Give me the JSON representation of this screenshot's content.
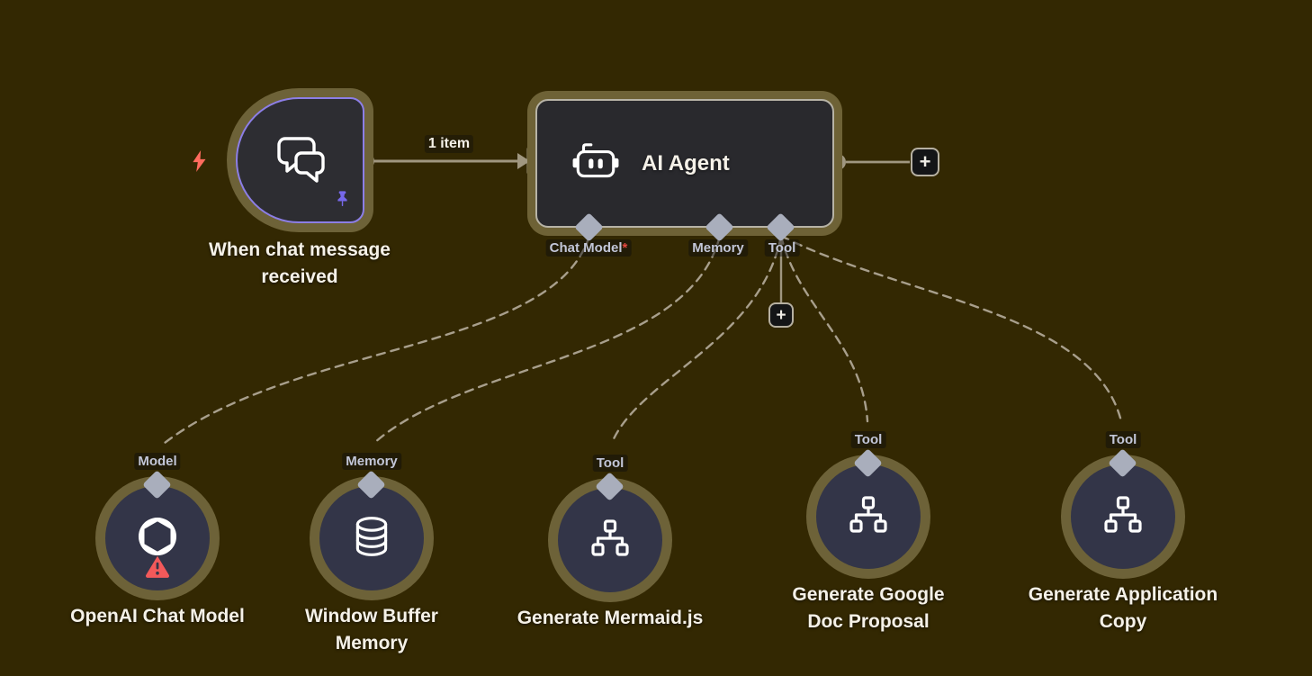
{
  "app": "workflow-canvas",
  "colors": {
    "canvas_bg": "#332802",
    "node_fill": "#29292d",
    "circle_node_fill": "#333548",
    "selection_ring": "#6d6238",
    "trigger_border": "#8c7ee6",
    "agent_border": "#b7b3a6",
    "title_text": "#f5f1e8",
    "port_label_text": "#c2c6d8",
    "port_diamond": "#a9aebc",
    "connection_line": "#a09780",
    "dashed_line": "#a89f8c",
    "required_asterisk": "#e4473f",
    "warning": "#f2595a",
    "pin": "#7668ea",
    "zap": "#ff6b5e"
  },
  "trigger_node": {
    "title": "When chat message received",
    "icon": "chat-icon",
    "pinned": true
  },
  "connection": {
    "items_label": "1 item"
  },
  "agent_node": {
    "title": "AI Agent",
    "icon": "robot-icon",
    "ports": [
      {
        "label": "Chat Model",
        "required_marker": "*"
      },
      {
        "label": "Memory",
        "required_marker": ""
      },
      {
        "label": "Tool",
        "required_marker": ""
      }
    ]
  },
  "add_buttons": {
    "plus": "+"
  },
  "sub_nodes": [
    {
      "port_label": "Model",
      "title": "OpenAI Chat Model",
      "icon": "openai-icon",
      "has_warning": true
    },
    {
      "port_label": "Memory",
      "title": "Window Buffer Memory",
      "icon": "database-icon",
      "has_warning": false
    },
    {
      "port_label": "Tool",
      "title": "Generate Mermaid.js",
      "icon": "sitemap-icon",
      "has_warning": false
    },
    {
      "port_label": "Tool",
      "title": "Generate Google Doc Proposal",
      "icon": "sitemap-icon",
      "has_warning": false
    },
    {
      "port_label": "Tool",
      "title": "Generate Application Copy",
      "icon": "sitemap-icon",
      "has_warning": false
    }
  ]
}
